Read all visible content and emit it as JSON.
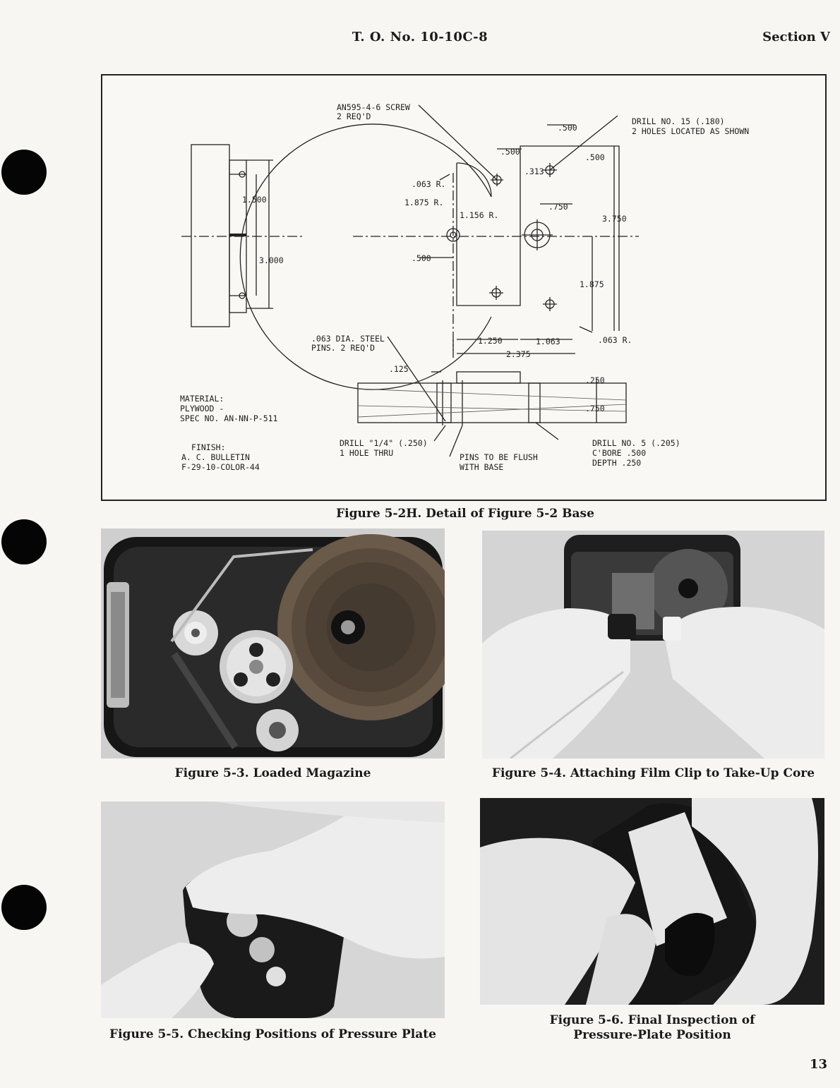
{
  "header": {
    "doc_number": "T. O. No. 10-10C-8",
    "section": "Section V"
  },
  "drawing": {
    "labels": {
      "screw_1": "AN595-4-6 SCREW",
      "screw_2": "2 REQ'D",
      "drill15_1": "DRILL NO. 15 (.180)",
      "drill15_2": "2 HOLES LOCATED AS SHOWN",
      "d500_top": ".500",
      "d500_inner": ".500",
      "d500_right": ".500",
      "d313": ".313",
      "r063": ".063 R.",
      "r1875": "1.875 R.",
      "r1156": "1.156 R.",
      "d750": ".750",
      "d3750": "3.750",
      "d1500": "1.500",
      "d3000": "3.000",
      "d500_center": ".500",
      "d1875": "1.875",
      "d1250": "1.250",
      "d1063": "1.063",
      "r063_b": ".063 R.",
      "d2375": "2.375",
      "pins_1": ".063 DIA. STEEL",
      "pins_2": "PINS. 2 REQ'D",
      "d125": ".125",
      "d250": ".250",
      "d750_side": ".750",
      "material_1": "MATERIAL:",
      "material_2": "PLYWOOD -",
      "material_3": "SPEC NO. AN-NN-P-511",
      "finish_1": "FINISH:",
      "finish_2": "A. C. BULLETIN",
      "finish_3": "F-29-10-COLOR-44",
      "drill14_1": "DRILL \"1/4\" (.250)",
      "drill14_2": "1 HOLE THRU",
      "flush_1": "PINS TO BE FLUSH",
      "flush_2": "WITH BASE",
      "drill5_1": "DRILL NO. 5 (.205)",
      "drill5_2": "C'BORE .500",
      "drill5_3": "DEPTH .250"
    }
  },
  "captions": {
    "fig_2h": "Figure 5-2H.  Detail of Figure 5-2 Base",
    "fig_3": "Figure 5-3.  Loaded Magazine",
    "fig_4": "Figure 5-4.  Attaching Film Clip to Take-Up Core",
    "fig_5": "Figure 5-5.  Checking Positions of Pressure Plate",
    "fig_6_line1": "Figure 5-6.  Final Inspection of",
    "fig_6_line2": "Pressure-Plate Position"
  },
  "page_number": "13"
}
